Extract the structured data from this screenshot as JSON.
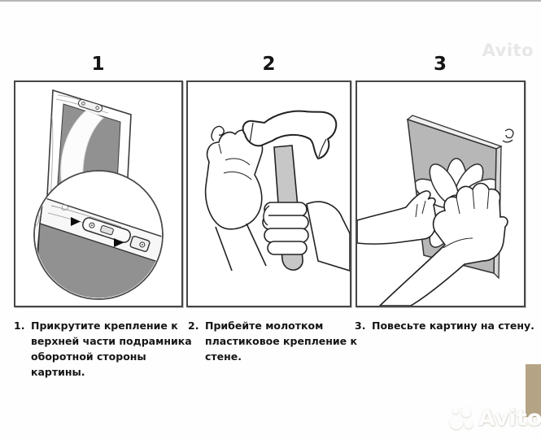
{
  "page": {
    "top_edge_color": "#b4b7ba",
    "background": "#fefefe"
  },
  "header": {
    "watermark_top_right": "Avito"
  },
  "steps": [
    {
      "number": "1",
      "caption_prefix": "1.",
      "caption": "Прикрутите крепление к верхней части подрамника оборотной стороны картины.",
      "illustration": "back-of-picture-frame-with-bracket-magnifier"
    },
    {
      "number": "2",
      "caption_prefix": "2.",
      "caption": "Прибейте молотком пластиковое крепление к стене.",
      "illustration": "hand-holding-fastener-and-hammer"
    },
    {
      "number": "3",
      "caption_prefix": "3.",
      "caption": "Повесьте картину на стену.",
      "illustration": "hands-hanging-daisy-picture-on-wall"
    }
  ],
  "footer": {
    "watermark_logo_text": "Avito",
    "watermark_color": "#fdfdfd",
    "accent_block_color": "#b5a385"
  }
}
